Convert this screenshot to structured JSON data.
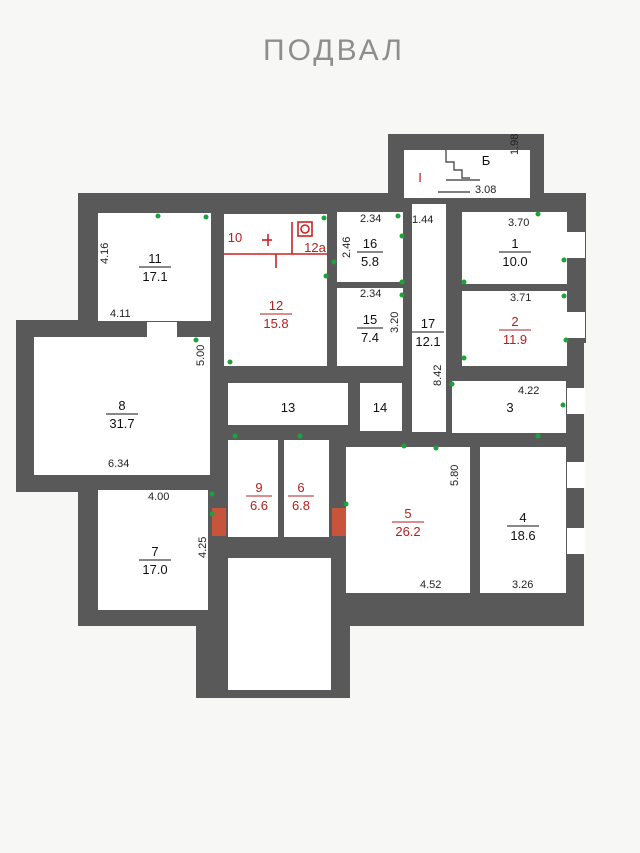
{
  "title": "ПОДВАЛ",
  "rooms": [
    {
      "id": "r11",
      "number": "11",
      "area": "17.1",
      "color": "#111111"
    },
    {
      "id": "r10",
      "number": "10",
      "area": "",
      "color": "#b51e1e"
    },
    {
      "id": "r12a",
      "number": "12a",
      "area": "",
      "color": "#b51e1e"
    },
    {
      "id": "r12",
      "number": "12",
      "area": "15.8",
      "color": "#b51e1e"
    },
    {
      "id": "r16",
      "number": "16",
      "area": "5.8",
      "color": "#111111"
    },
    {
      "id": "r15",
      "number": "15",
      "area": "7.4",
      "color": "#111111"
    },
    {
      "id": "r17",
      "number": "17",
      "area": "12.1",
      "color": "#111111"
    },
    {
      "id": "r1",
      "number": "1",
      "area": "10.0",
      "color": "#111111"
    },
    {
      "id": "r2",
      "number": "2",
      "area": "11.9",
      "color": "#b51e1e"
    },
    {
      "id": "rI",
      "number": "I",
      "area": "",
      "color": "#b51e1e"
    },
    {
      "id": "rB",
      "number": "Б",
      "area": "",
      "color": "#111111"
    },
    {
      "id": "r8",
      "number": "8",
      "area": "31.7",
      "color": "#111111"
    },
    {
      "id": "r13",
      "number": "13",
      "area": "",
      "color": "#111111"
    },
    {
      "id": "r14",
      "number": "14",
      "area": "",
      "color": "#111111"
    },
    {
      "id": "r3",
      "number": "3",
      "area": "",
      "color": "#111111"
    },
    {
      "id": "r9",
      "number": "9",
      "area": "6.6",
      "color": "#b51e1e"
    },
    {
      "id": "r6",
      "number": "6",
      "area": "6.8",
      "color": "#b51e1e"
    },
    {
      "id": "r5",
      "number": "5",
      "area": "26.2",
      "color": "#b51e1e"
    },
    {
      "id": "r4",
      "number": "4",
      "area": "18.6",
      "color": "#111111"
    },
    {
      "id": "r7",
      "number": "7",
      "area": "17.0",
      "color": "#111111"
    }
  ],
  "dimensions": [
    {
      "id": "d1",
      "text": "1.98"
    },
    {
      "id": "d2",
      "text": "3.08"
    },
    {
      "id": "d3",
      "text": "2.34"
    },
    {
      "id": "d4",
      "text": "1.44"
    },
    {
      "id": "d5",
      "text": "3.70"
    },
    {
      "id": "d6",
      "text": "4.16"
    },
    {
      "id": "d7",
      "text": "2.46"
    },
    {
      "id": "d8",
      "text": "4.11"
    },
    {
      "id": "d9",
      "text": "2.34"
    },
    {
      "id": "d10",
      "text": "3.71"
    },
    {
      "id": "d11",
      "text": "3.20"
    },
    {
      "id": "d12",
      "text": "5.00"
    },
    {
      "id": "d13",
      "text": "8.42"
    },
    {
      "id": "d14",
      "text": "4.22"
    },
    {
      "id": "d15",
      "text": "6.34"
    },
    {
      "id": "d16",
      "text": "5.80"
    },
    {
      "id": "d17",
      "text": "4.00"
    },
    {
      "id": "d18",
      "text": "4.25"
    },
    {
      "id": "d19",
      "text": "4.52"
    },
    {
      "id": "d20",
      "text": "3.26"
    }
  ]
}
